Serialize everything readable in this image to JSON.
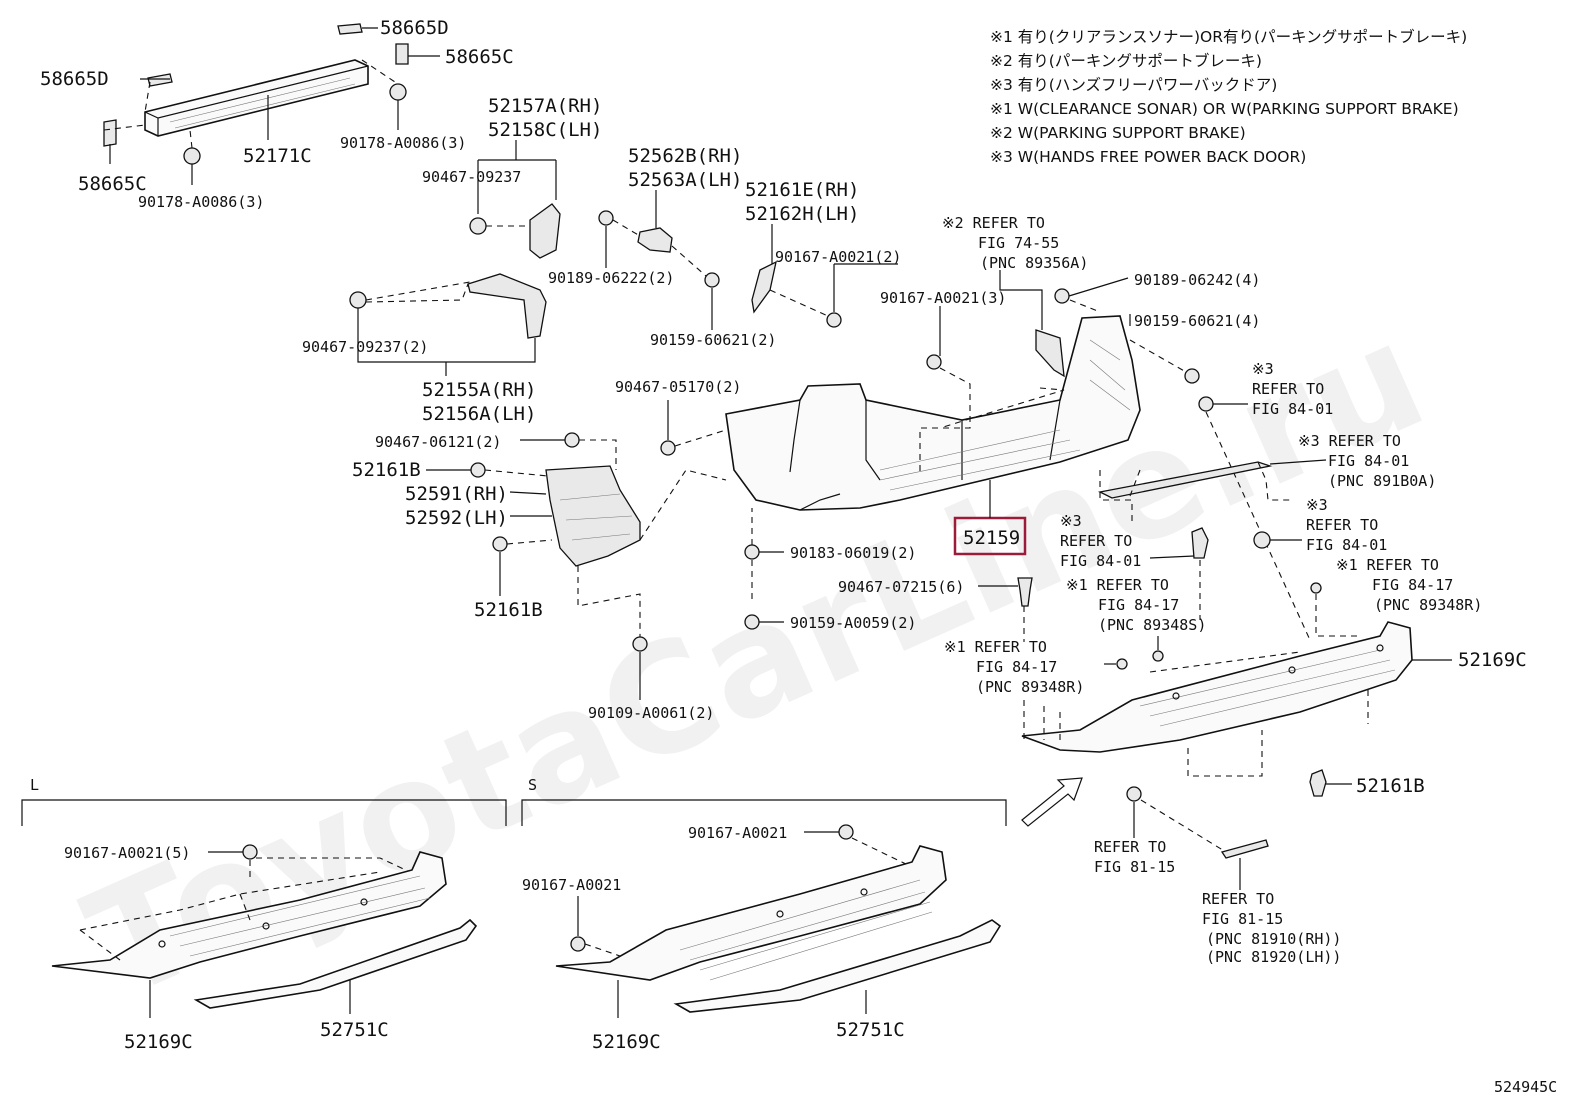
{
  "notes": [
    "※1 有り(クリアランスソナー)OR有り(パーキングサポートブレーキ)",
    "※2 有り(パーキングサポートブレーキ)",
    "※3 有り(ハンズフリーパワーバックドア)",
    "※1 W(CLEARANCE SONAR) OR W(PARKING SUPPORT BRAKE)",
    "※2 W(PARKING SUPPORT BRAKE)",
    "※3 W(HANDS FREE POWER BACK DOOR)"
  ],
  "watermark": "ToyotaCarLine.ru",
  "diagram_code": "524945C",
  "highlighted_part": "52159",
  "section_labels": {
    "left": "L",
    "right": "S"
  },
  "labels": {
    "p58665D_top": "58665D",
    "p58665C_top": "58665C",
    "p58665D_left": "58665D",
    "p58665C_left": "58665C",
    "p90178_right": "90178-A0086(3)",
    "p90178_left": "90178-A0086(3)",
    "p52171C": "52171C",
    "p52157A": "52157A(RH)",
    "p52158C": "52158C(LH)",
    "p90467_09237": "90467-09237",
    "p90467_09237_2": "90467-09237(2)",
    "p52155A": "52155A(RH)",
    "p52156A": "52156A(LH)",
    "p52562B": "52562B(RH)",
    "p52563A": "52563A(LH)",
    "p90189_06222": "90189-06222(2)",
    "p90159_60621_l": "90159-60621(2)",
    "p52161E": "52161E(RH)",
    "p52162H": "52162H(LH)",
    "p90167_A0021_2": "90167-A0021(2)",
    "p90167_A0021_3": "90167-A0021(3)",
    "p90467_05170": "90467-05170(2)",
    "p90467_06121": "90467-06121(2)",
    "p52161B_a": "52161B",
    "p52591": "52591(RH)",
    "p52592": "52592(LH)",
    "p52161B_b": "52161B",
    "p90183_06019": "90183-06019(2)",
    "p90159_A0059": "90159-A0059(2)",
    "p90109_A0061": "90109-A0061(2)",
    "p52159": "52159",
    "p90467_07215": "90467-07215(6)",
    "p90189_06242": "90189-06242(4)",
    "p90159_60621_r": "90159-60621(4)",
    "ref_74_55_a": "※2 REFER TO",
    "ref_74_55_b": "FIG 74-55",
    "ref_74_55_c": "(PNC 89356A)",
    "ref_84_01_a1": "※3",
    "ref_84_01_a2": "REFER TO",
    "ref_84_01_a3": "FIG 84-01",
    "ref_84_01_b1": "※3 REFER TO",
    "ref_84_01_b2": "FIG 84-01",
    "ref_84_01_b3": "(PNC 891B0A)",
    "ref_84_01_c1": "※3",
    "ref_84_01_c2": "REFER TO",
    "ref_84_01_c3": "FIG 84-01",
    "ref_84_01_d1": "※3",
    "ref_84_01_d2": "REFER TO",
    "ref_84_01_d3": "FIG 84-01",
    "ref_84_17_a1": "※1 REFER TO",
    "ref_84_17_a2": "FIG 84-17",
    "ref_84_17_a3": "(PNC 89348R)",
    "ref_84_17_b1": "※1 REFER TO",
    "ref_84_17_b2": "FIG 84-17",
    "ref_84_17_b3": "(PNC 89348S)",
    "ref_84_17_c1": "※1 REFER TO",
    "ref_84_17_c2": "FIG 84-17",
    "ref_84_17_c3": "(PNC 89348R)",
    "p52169C_r": "52169C",
    "p52161B_r": "52161B",
    "ref_81_15_a1": "REFER TO",
    "ref_81_15_a2": "FIG 81-15",
    "ref_81_15_b1": "REFER TO",
    "ref_81_15_b2": "FIG 81-15",
    "ref_81_15_b3": "(PNC 81910(RH))",
    "ref_81_15_b4": "(PNC 81920(LH))",
    "L_90167": "90167-A0021(5)",
    "L_52169C": "52169C",
    "L_52751C": "52751C",
    "S_90167_a": "90167-A0021",
    "S_90167_b": "90167-A0021",
    "S_52169C": "52169C",
    "S_52751C": "52751C"
  }
}
